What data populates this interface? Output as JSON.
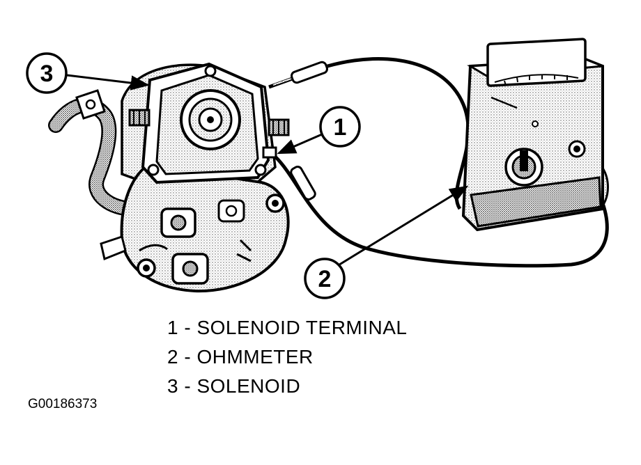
{
  "callouts": [
    {
      "number": "1"
    },
    {
      "number": "2"
    },
    {
      "number": "3"
    }
  ],
  "legend": [
    {
      "text": "1 - SOLENOID TERMINAL"
    },
    {
      "text": "2 - OHMMETER"
    },
    {
      "text": "3 - SOLENOID"
    }
  ],
  "figure_id": "G00186373",
  "colors": {
    "ink": "#000000",
    "paper": "#ffffff",
    "stipple": "#b8b8b8"
  }
}
